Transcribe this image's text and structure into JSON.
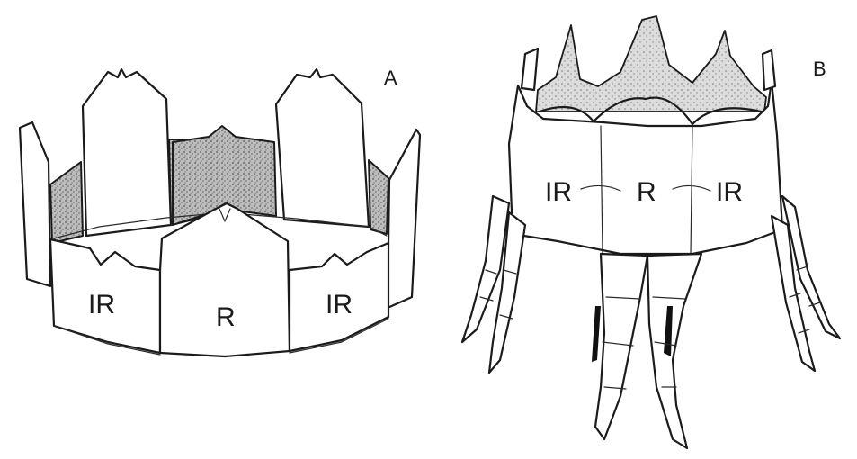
{
  "figure": {
    "panel_a": {
      "letter": "A",
      "plates": {
        "left": "IR",
        "center": "R",
        "right": "IR"
      }
    },
    "panel_b": {
      "letter": "B",
      "plates": {
        "left": "IR",
        "center": "R",
        "right": "IR"
      }
    }
  }
}
